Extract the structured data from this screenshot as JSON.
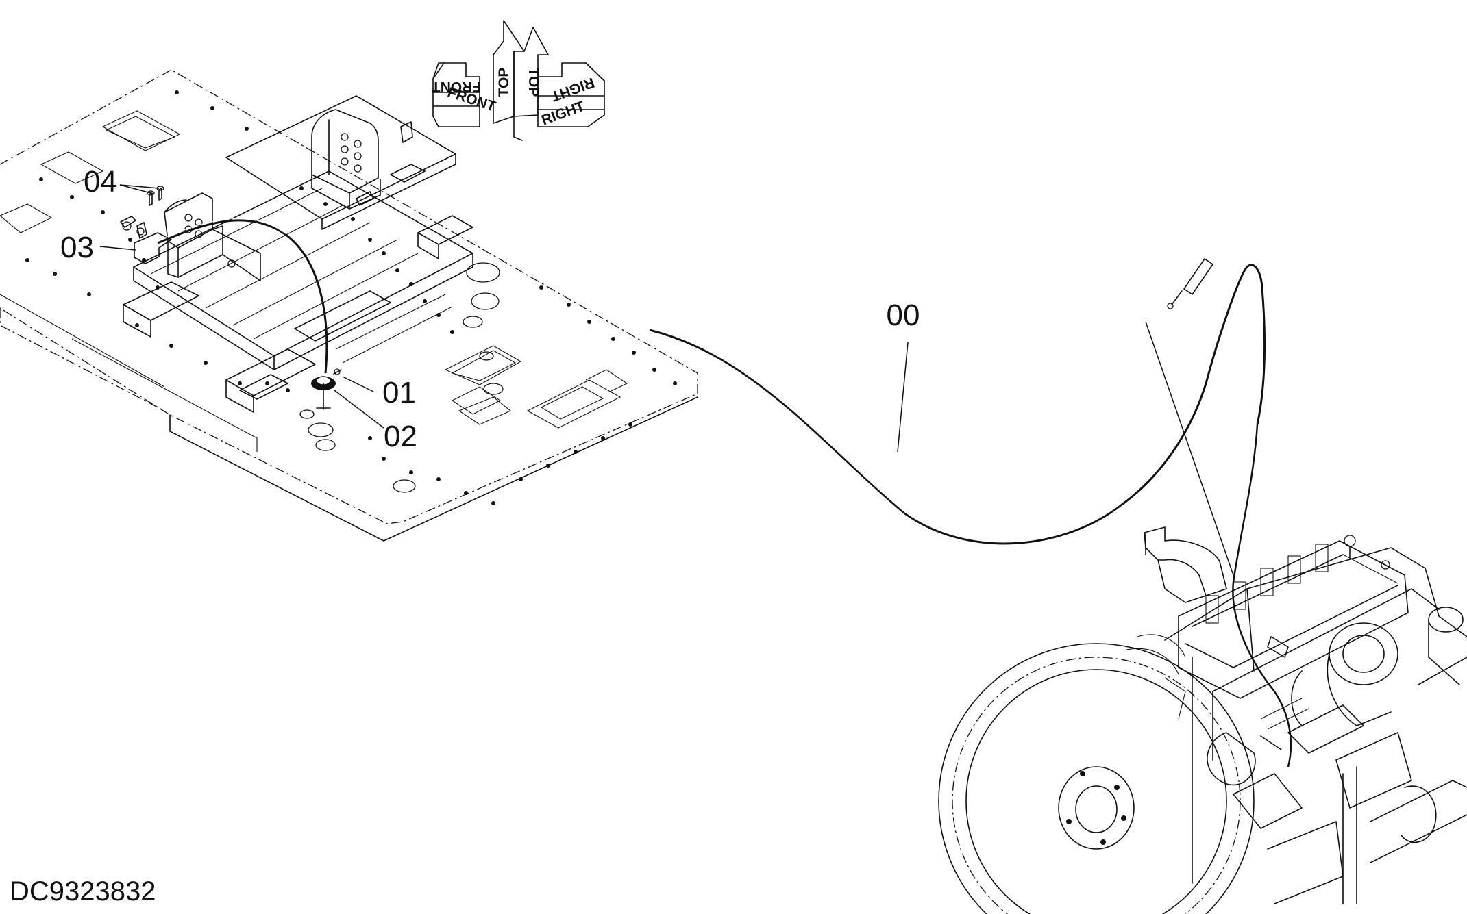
{
  "drawing_code": "DC9323832",
  "orientation": {
    "front_mirror": "FRONT",
    "front": "FRONT",
    "top_mirror": "TOP",
    "top": "TOP",
    "right_mirror": "RIGHT",
    "right": "RIGHT"
  },
  "callouts": [
    {
      "label": "00"
    },
    {
      "label": "01"
    },
    {
      "label": "02"
    },
    {
      "label": "03"
    },
    {
      "label": "04"
    }
  ]
}
